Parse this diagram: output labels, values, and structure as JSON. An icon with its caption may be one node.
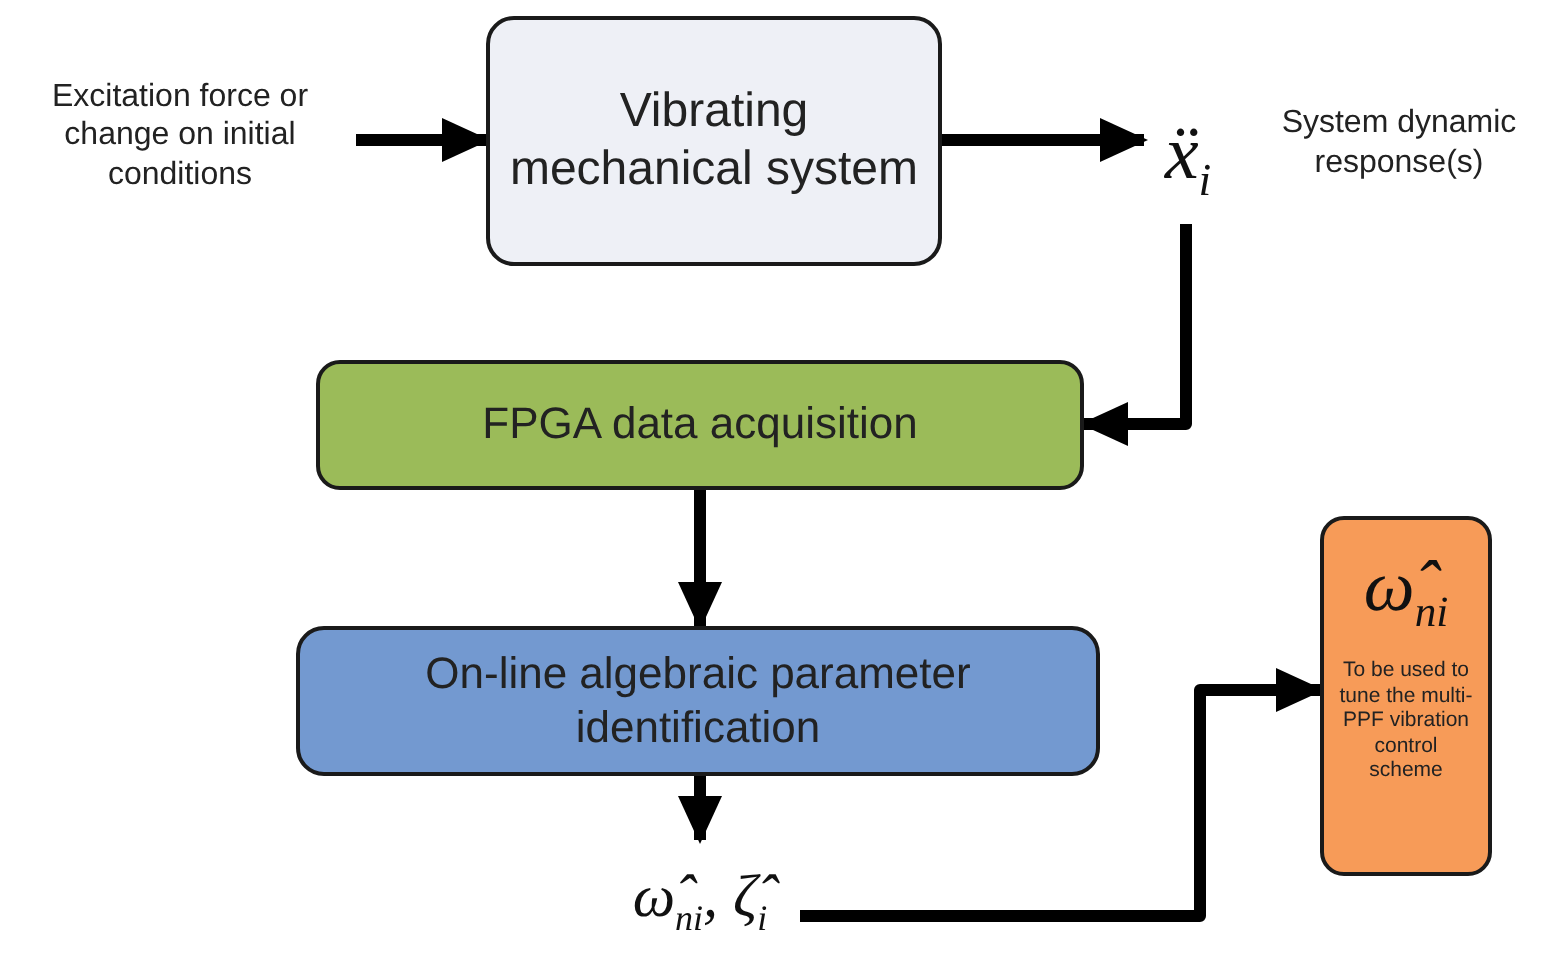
{
  "diagram": {
    "nodes": [
      {
        "text": [
          "Excitation force or change on initial conditions"
        ]
      },
      {
        "text": [
          "Vibrating mechanical system"
        ]
      },
      {
        "text": [
          "ẍ$_{i}$"
        ],
        "beside": [
          "System dynamic response(s)"
        ]
      },
      {
        "text": [
          "FPGA data acquisition"
        ]
      },
      {
        "text": [
          "On-line algebraic parameter identification"
        ]
      },
      {
        "text": [
          "ω̂$_{ni}$, ζ̂$_{i}$"
        ]
      },
      {
        "text": [
          "ω̂$_{ni}$",
          "To be used to tune the multi-PPF vibration control scheme"
        ]
      }
    ],
    "edges": [
      {
        "from": 0,
        "to": 1,
        "arrow": "to"
      },
      {
        "from": 1,
        "to": 2,
        "arrow": "to"
      },
      {
        "from": 2,
        "to": 3,
        "arrow": "to"
      },
      {
        "from": 3,
        "to": 4,
        "arrow": "to"
      },
      {
        "from": 4,
        "to": 5,
        "arrow": "to"
      },
      {
        "from": 5,
        "to": 6,
        "arrow": "to"
      }
    ]
  }
}
